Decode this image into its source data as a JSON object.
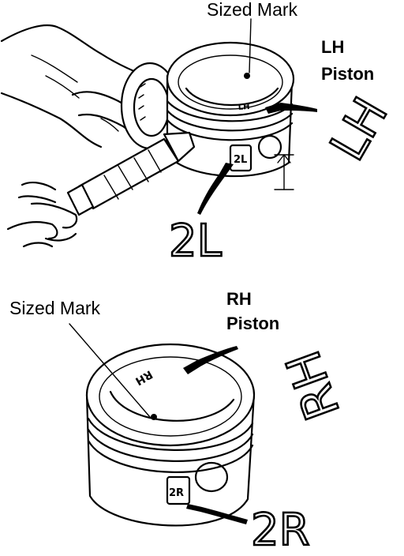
{
  "top_view": {
    "sized_mark_label": "Sized Mark",
    "piston_label_line1": "LH",
    "piston_label_line2": "Piston",
    "side_big_text": "LH",
    "crown_stamp": "LH",
    "skirt_stamp": "2L",
    "callout_big_text": "2L"
  },
  "bottom_view": {
    "sized_mark_label": "Sized Mark",
    "piston_label_line1": "RH",
    "piston_label_line2": "Piston",
    "side_big_text": "RH",
    "crown_stamp": "RH",
    "skirt_stamp": "2R",
    "callout_big_text": "2R"
  }
}
